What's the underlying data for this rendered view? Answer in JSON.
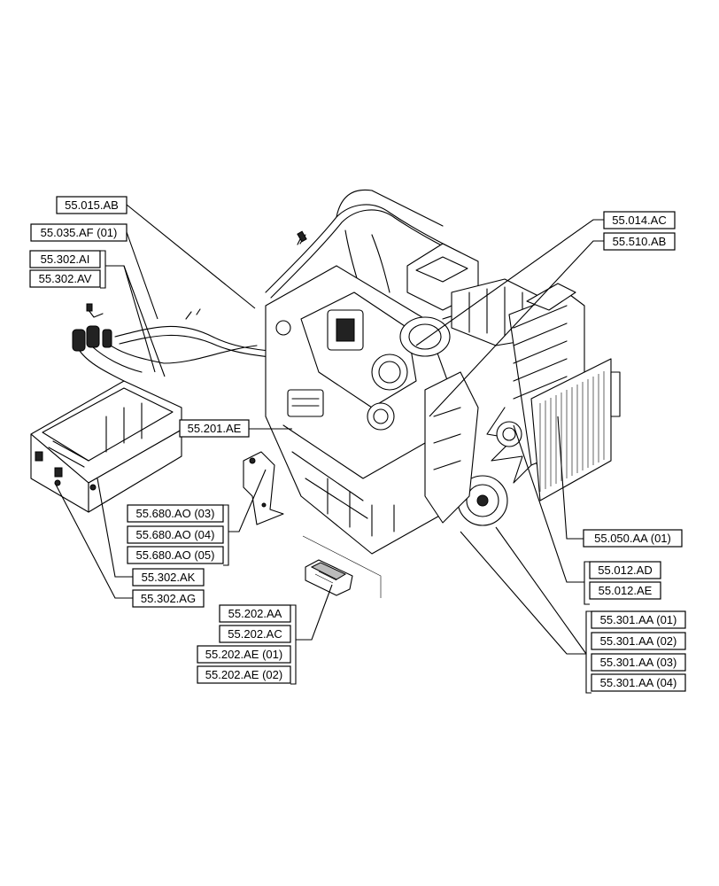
{
  "callouts": {
    "c_55015AB": "55.015.AB",
    "c_55035AF01": "55.035.AF (01)",
    "c_55302AI": "55.302.AI",
    "c_55302AV": "55.302.AV",
    "c_55014AC": "55.014.AC",
    "c_55510AB": "55.510.AB",
    "c_55201AE": "55.201.AE",
    "c_55680AO03": "55.680.AO (03)",
    "c_55680AO04": "55.680.AO (04)",
    "c_55680AO05": "55.680.AO (05)",
    "c_55302AK": "55.302.AK",
    "c_55302AG": "55.302.AG",
    "c_55050AA01": "55.050.AA (01)",
    "c_55012AD": "55.012.AD",
    "c_55012AE": "55.012.AE",
    "c_55202AA": "55.202.AA",
    "c_55202AC": "55.202.AC",
    "c_55202AE01": "55.202.AE (01)",
    "c_55202AE02": "55.202.AE (02)",
    "c_55301AA01": "55.301.AA (01)",
    "c_55301AA02": "55.301.AA (02)",
    "c_55301AA03": "55.301.AA (03)",
    "c_55301AA04": "55.301.AA (04)"
  }
}
